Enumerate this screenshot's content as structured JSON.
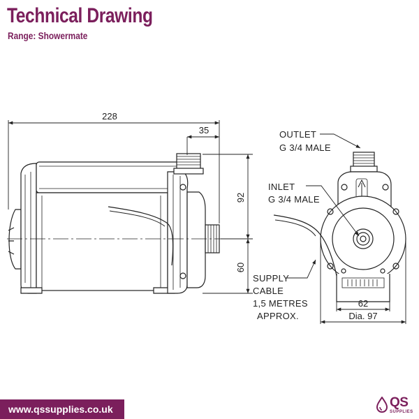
{
  "header": {
    "title": "Technical Drawing",
    "subtitle": "Range: Showermate"
  },
  "dimensions": {
    "overall_length": "228",
    "outlet_offset": "35",
    "height_upper": "92",
    "height_lower": "60",
    "base_width": "62",
    "diameter": "Dia. 97"
  },
  "labels": {
    "outlet_line1": "OUTLET",
    "outlet_line2": "G 3/4 MALE",
    "inlet_line1": "INLET",
    "inlet_line2": "G 3/4 MALE",
    "cable_line1": "SUPPLY",
    "cable_line2": "CABLE",
    "cable_line3": "1,5 METRES",
    "cable_line4": "APPROX."
  },
  "footer": {
    "url": "www.qssupplies.co.uk",
    "brand_name": "QS",
    "brand_sub": "SUPPLIES"
  },
  "colors": {
    "brand": "#7b1f5c",
    "line": "#222222"
  }
}
